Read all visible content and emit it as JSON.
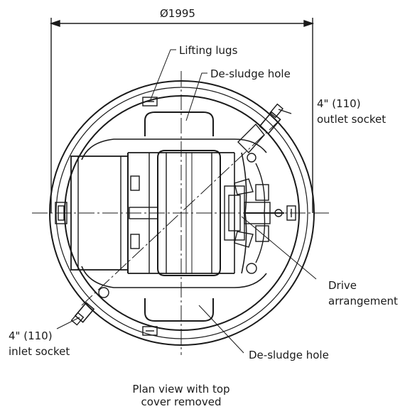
{
  "dimension": "Ø1995",
  "labels": {
    "lifting_lugs": "Lifting lugs",
    "desludge_top": "De-sludge hole",
    "outlet_line1": "4\" (110)",
    "outlet_line2": "outlet socket",
    "drive_line1": "Drive",
    "drive_line2": "arrangement",
    "inlet_line1": "4\" (110)",
    "inlet_line2": "inlet socket",
    "desludge_bottom": "De-sludge hole"
  },
  "caption": {
    "line1": "Plan view with top",
    "line2": "cover removed"
  }
}
